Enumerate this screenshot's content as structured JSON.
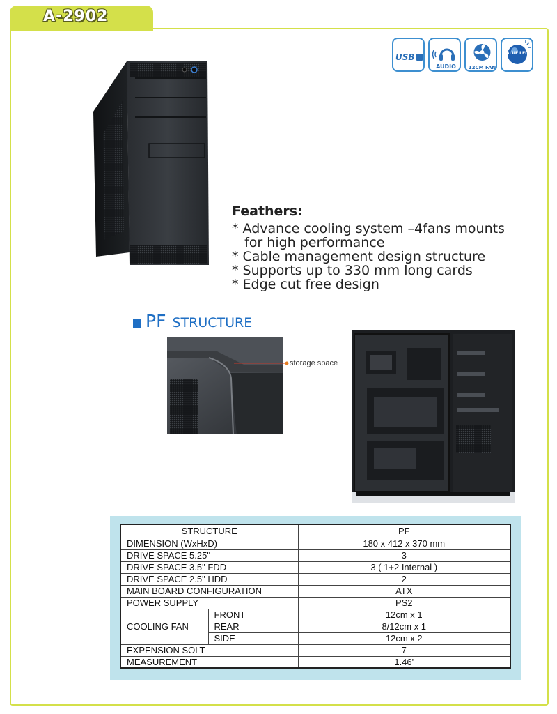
{
  "model": "A-2902",
  "feature_icons": [
    {
      "name": "usb-icon",
      "label": "USB"
    },
    {
      "name": "audio-icon",
      "label": "AUDIO"
    },
    {
      "name": "fan-icon",
      "label": "12CM FAN"
    },
    {
      "name": "blue-led-icon",
      "label": "BLUE LED"
    }
  ],
  "features": {
    "heading": "Feathers:",
    "items": [
      "* Advance cooling system –4fans mounts",
      "   for high performance",
      "* Cable management design structure",
      "* Supports up to 330 mm long cards",
      "* Edge cut free design"
    ]
  },
  "structure_heading": {
    "pf": "PF",
    "text": "STRUCTURE"
  },
  "callout": "storage space",
  "spec_table": {
    "header_left": "STRUCTURE",
    "header_right": "PF",
    "rows": [
      {
        "label": "DIMENSION (WxHxD)",
        "value": "180 x 412 x 370 mm"
      },
      {
        "label": "DRIVE SPACE 5.25\"",
        "value": "3"
      },
      {
        "label": "DRIVE SPACE 3.5\" FDD",
        "value": "3 ( 1+2 Internal )"
      },
      {
        "label": "DRIVE SPACE 2.5\" HDD",
        "value": "2"
      },
      {
        "label": "MAIN BOARD CONFIGURATION",
        "value": "ATX"
      },
      {
        "label": "POWER SUPPLY",
        "value": "PS2"
      }
    ],
    "cooling_fan": {
      "label": "COOLING FAN",
      "rows": [
        {
          "position": "FRONT",
          "value": "12cm x 1"
        },
        {
          "position": "REAR",
          "value": "8/12cm x 1"
        },
        {
          "position": "SIDE",
          "value": "12cm x 2"
        }
      ]
    },
    "tail_rows": [
      {
        "label": "EXPENSION SOLT",
        "value": "7"
      },
      {
        "label": "MEASUREMENT",
        "value": "1.46'"
      }
    ]
  }
}
